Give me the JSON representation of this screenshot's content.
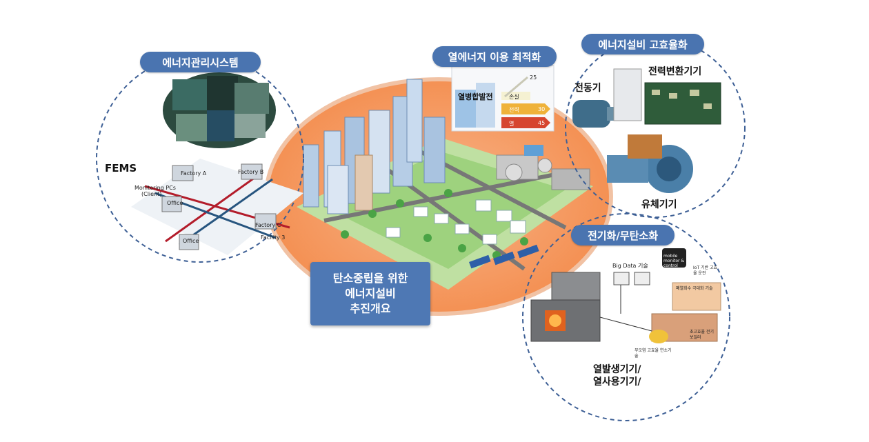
{
  "center_title": [
    "탄소중립을 위한",
    "에너지설비",
    "추진개요"
  ],
  "sections": {
    "ems": {
      "title": "에너지관리시스템",
      "fems_label": "FEMS",
      "factory_a": "Factory A",
      "factory_b": "Factory B",
      "factory_c": "Factory C",
      "facility": "Facility 3",
      "monitoring": "Monitoring PCs",
      "client": "(Client)",
      "office1": "Office",
      "office2": "Office"
    },
    "heat": {
      "title": "열에너지 이용 최적화",
      "plant": "열병합발전",
      "loss": "손실",
      "loss_val": "25",
      "power": "전력",
      "power_val": "30",
      "heat": "열",
      "heat_val": "45"
    },
    "equipment": {
      "title": "에너지설비 고효율화",
      "motor": "전동기",
      "converter": "전력변환기기",
      "fluid": "유체기기"
    },
    "electrify": {
      "title": "전기화/무탄소화",
      "bigdata": "Big Data 기술",
      "mobile": "mobile monitor & control",
      "iot": "IoT 기반 고효율 운전",
      "waste": "폐열회수 극대화 기술",
      "fuelfree": "무오염 고효율 연소기술",
      "highefficiency": "초고효율 전기 보일러",
      "label1": "열발생기기/",
      "label2": "열사용기기/"
    }
  },
  "colors": {
    "pill": "#4a74b0",
    "ellipse": "#f7a56b",
    "dash": "#3d5f95"
  }
}
